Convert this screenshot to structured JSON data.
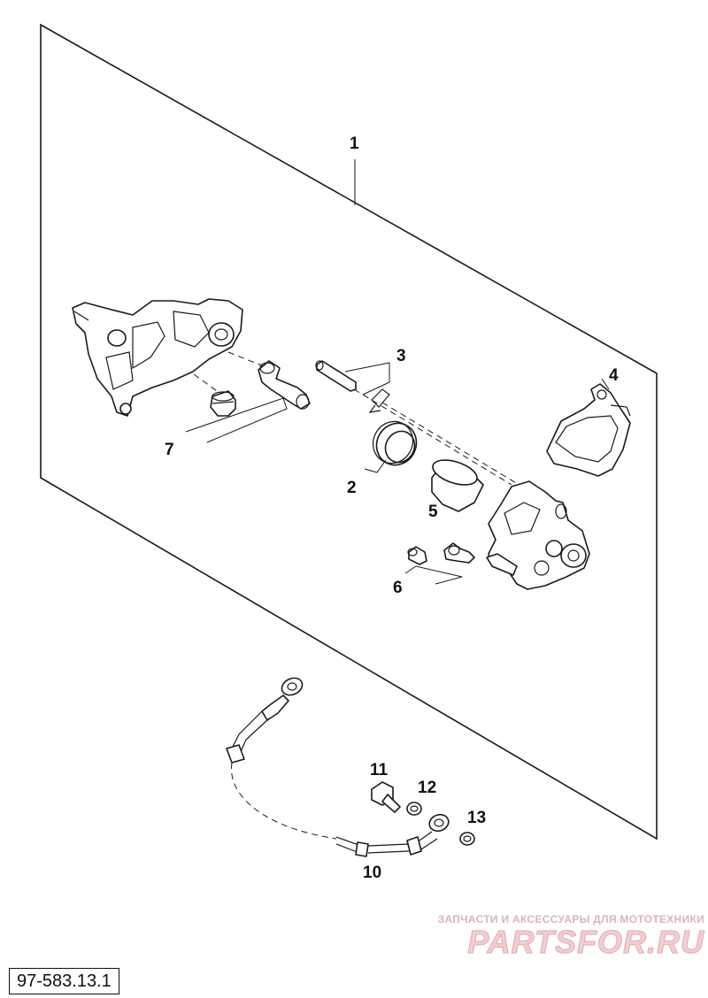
{
  "diagram": {
    "drawing_code": "97-583.13.1",
    "callouts": {
      "p1": "1",
      "p2": "2",
      "p3": "3",
      "p4": "4",
      "p5": "5",
      "p6": "6",
      "p7": "7",
      "p10": "10",
      "p11": "11",
      "p12": "12",
      "p13": "13"
    }
  },
  "watermark": {
    "caption": "ЗАПЧАСТИ И АКСЕССУАРЫ ДЛЯ МОТОТЕХНИКИ",
    "logo": "PARTSFOR.RU"
  }
}
